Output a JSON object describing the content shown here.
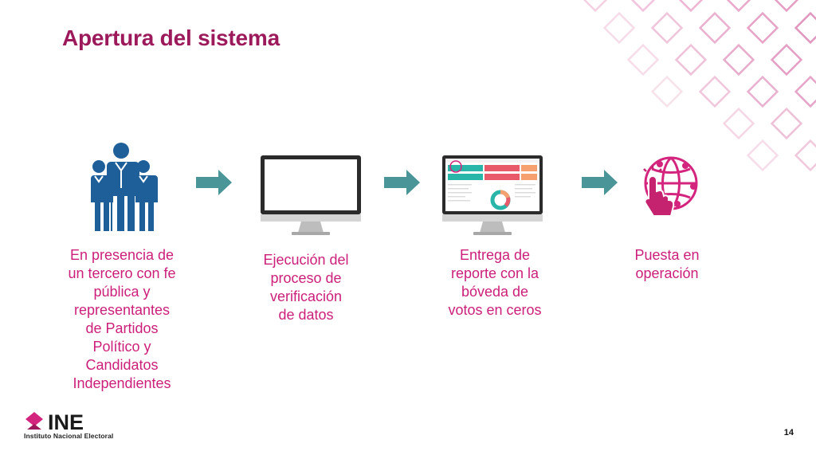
{
  "title": "Apertura del sistema",
  "steps": [
    {
      "icon": "people-group-icon",
      "lines": [
        "En presencia de",
        "un tercero con fe",
        "pública y",
        "representantes",
        "de Partidos",
        "Político y",
        "Candidatos",
        "Independientes"
      ]
    },
    {
      "icon": "monitor-icon",
      "lines": [
        "Ejecución del",
        "proceso de",
        "verificación",
        "de datos"
      ]
    },
    {
      "icon": "dashboard-monitor-icon",
      "lines": [
        "Entrega de",
        "reporte con la",
        "bóveda de",
        "votos en ceros"
      ]
    },
    {
      "icon": "globe-touch-icon",
      "lines": [
        "Puesta en",
        "operación"
      ]
    }
  ],
  "logo": {
    "brand": "INE",
    "subtitle": "Instituto Nacional Electoral"
  },
  "page_number": "14",
  "colors": {
    "title": "#9c1a5b",
    "caption": "#cc1f7a",
    "arrow": "#4a9597",
    "people": "#1f5f99",
    "accent": "#d4257e"
  }
}
